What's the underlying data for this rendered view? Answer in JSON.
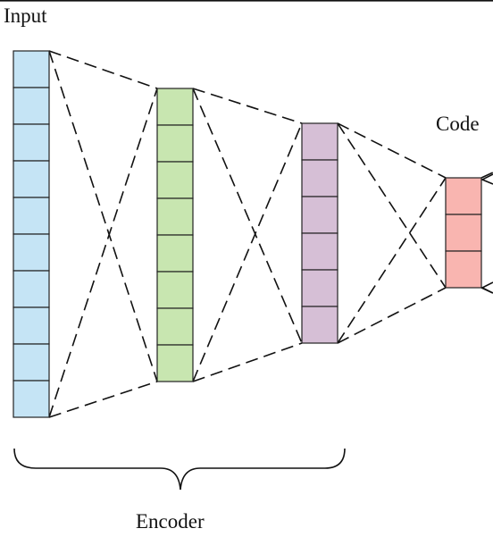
{
  "labels": {
    "input": "Input",
    "code": "Code",
    "encoder": "Encoder"
  },
  "layers": [
    {
      "name": "input",
      "cells": 10,
      "color": "#c5e4f5"
    },
    {
      "name": "hidden-1",
      "cells": 8,
      "color": "#c8e6b0"
    },
    {
      "name": "hidden-2",
      "cells": 6,
      "color": "#d6bfd6"
    },
    {
      "name": "code",
      "cells": 3,
      "color": "#f9b5b0"
    }
  ]
}
